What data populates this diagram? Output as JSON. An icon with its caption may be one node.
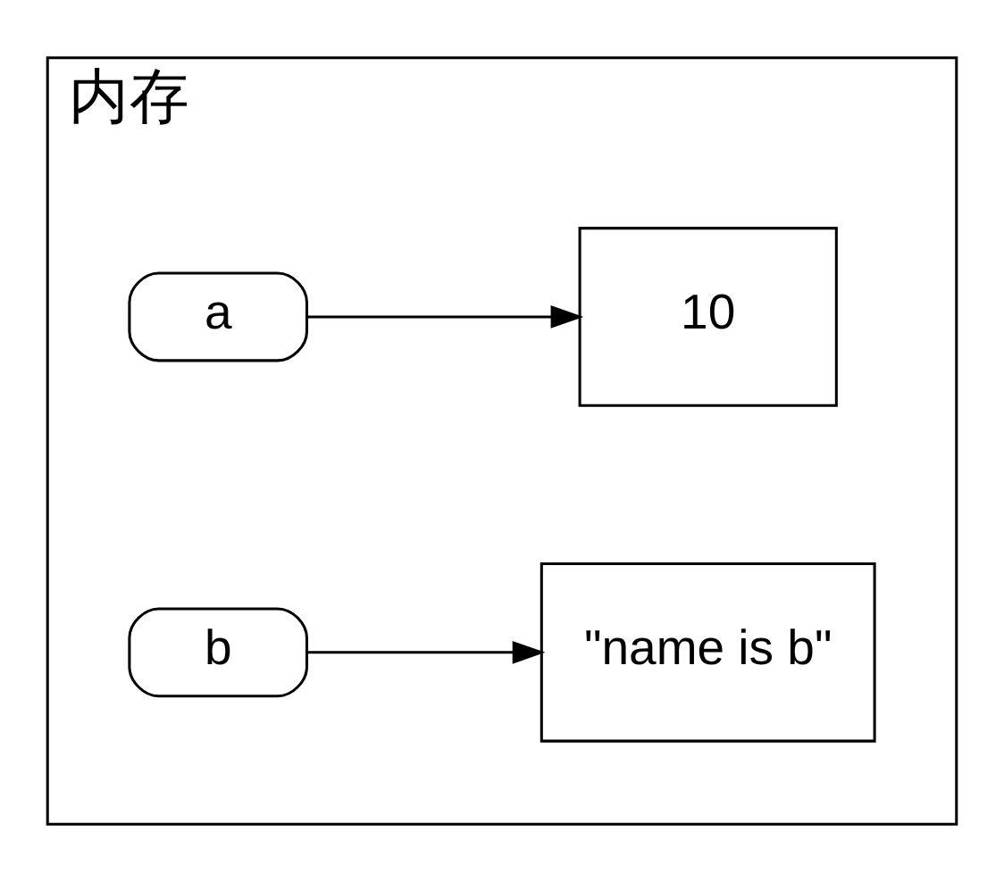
{
  "diagram": {
    "nodes": [
      {
        "text": [
          "内存"
        ]
      },
      {
        "text": [
          "10"
        ],
        "in": 0
      },
      {
        "text": [
          "a"
        ],
        "in": 0
      },
      {
        "text": [
          "\"name is b\""
        ],
        "in": 0
      },
      {
        "text": [
          "b"
        ],
        "in": 0
      }
    ],
    "edges": [
      {
        "from": 2,
        "to": 1,
        "arrow": "to"
      },
      {
        "from": 4,
        "to": 3,
        "arrow": "to"
      }
    ]
  }
}
